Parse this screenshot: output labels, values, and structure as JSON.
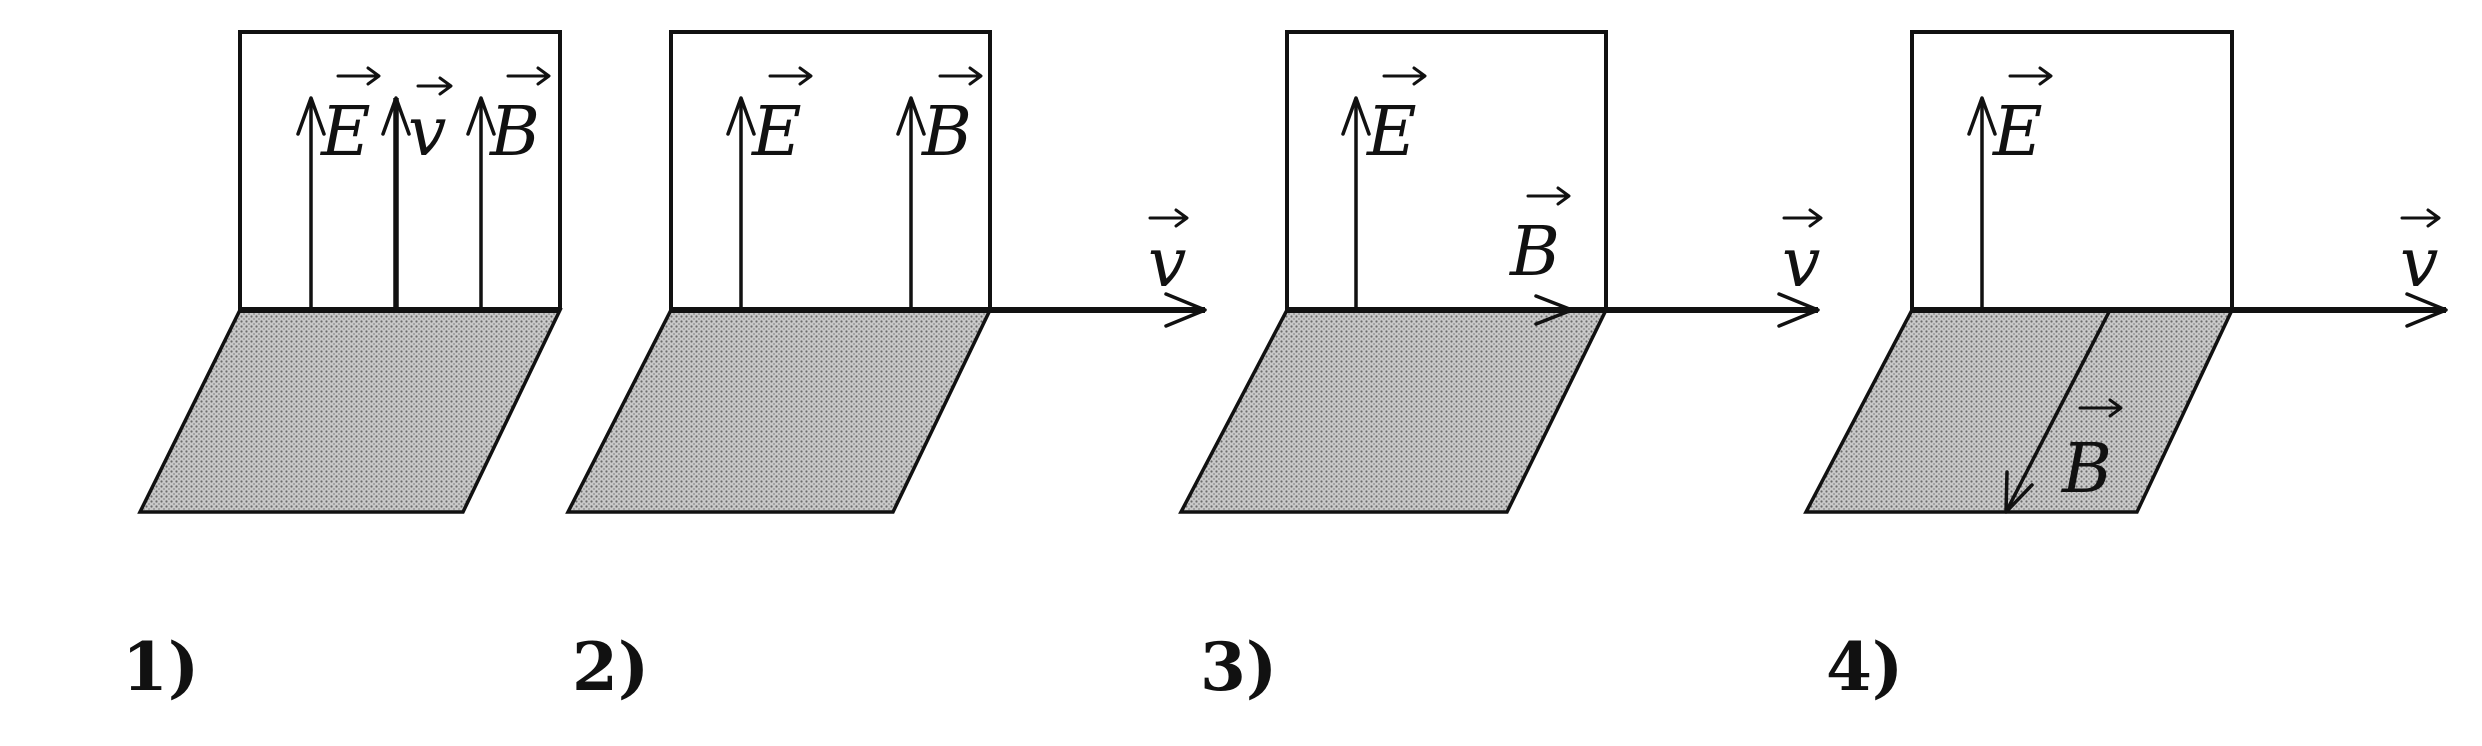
{
  "diagram": {
    "panels": [
      {
        "label": "1)",
        "e_symbol": "E",
        "v_symbol": "v",
        "b_symbol": "B"
      },
      {
        "label": "2)",
        "e_symbol": "E",
        "v_symbol": "v",
        "b_symbol": "B"
      },
      {
        "label": "3)",
        "e_symbol": "E",
        "v_symbol": "v",
        "b_symbol": "B"
      },
      {
        "label": "4)",
        "e_symbol": "E",
        "v_symbol": "v",
        "b_symbol": "B"
      }
    ]
  },
  "colors": {
    "ink": "#111111",
    "plate_shade": "#b4b4b4",
    "background": "#ffffff"
  }
}
